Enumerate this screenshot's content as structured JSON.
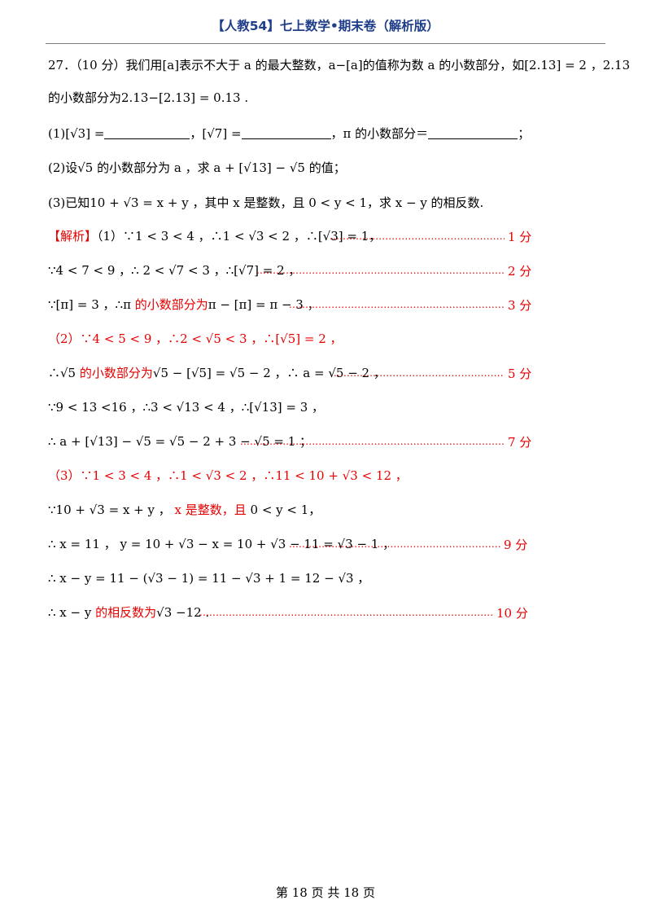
{
  "header": {
    "title": "【人教54】七上数学•期末卷（解析版）"
  },
  "question": {
    "line1": "27．（10 分）我们用[a]表示不大于 a 的最大整数，a−[a]的值称为数 a 的小数部分，如[2.13] = 2 ，2.13",
    "line2": "的小数部分为2.13−[2.13] = 0.13 .",
    "p1_a": "(1)[√3] =",
    "p1_b": "，[√7] =",
    "p1_c": "，π 的小数部分＝",
    "p1_d": "；",
    "p2": "(2)设√5 的小数部分为 a ，求 a + [√13] − √5 的值；",
    "p3": "(3)已知10 + √3 = x + y ，其中 x 是整数，且 0 < y < 1，求 x − y 的相反数."
  },
  "solution": {
    "l1": {
      "tag": "【解析】",
      "text": "（1）∵1 < 3 < 4 ，∴1 < √3 < 2 ，∴[√3] = 1，",
      "score": "1 分"
    },
    "l2": {
      "text": "∵4 < 7 < 9 ，∴ 2 < √7 < 3 ，∴[√7] = 2 ，",
      "score": "2 分"
    },
    "l3": {
      "t1": "∵[π] = 3 ，∴π ",
      "t2": "的小数部分为",
      "t3": "π − [π] = π − 3 ，",
      "score": "3 分"
    },
    "l4": {
      "text": "（2）∵4 < 5 < 9 ，∴2 < √5 < 3 ，∴[√5] = 2 ，"
    },
    "l5": {
      "t1": "∴√5 ",
      "t2": "的小数部分为",
      "t3": "√5 − [√5] = √5 − 2 ，∴ a = √5 − 2 ，",
      "score": "5 分"
    },
    "l6": {
      "text": "∵9 < 13 <16 ，∴3 < √13 < 4 ，∴[√13] = 3 ，"
    },
    "l7": {
      "text": "∴ a + [√13] − √5 = √5 − 2 + 3 − √5 = 1 ；",
      "score": "7 分"
    },
    "l8": {
      "text": "（3）∵1 < 3 < 4 ，∴1 < √3 < 2 ，∴11 < 10 + √3 < 12 ，"
    },
    "l9": {
      "t1": "∵10 + √3 = x + y ，",
      "t2": " x 是整数，且 ",
      "t3": "0 < y < 1，"
    },
    "l10": {
      "text": "∴ x = 11 ，  y = 10 + √3 − x = 10 + √3 − 11 = √3 − 1 ，",
      "score": "9 分"
    },
    "l11": {
      "text": "∴ x − y = 11 − (√3 − 1) = 11 − √3 + 1 = 12 − √3 ，"
    },
    "l12": {
      "t1": "∴ x − y ",
      "t2": "的相反数为",
      "t3": "√3 −12 .",
      "score": "10 分"
    }
  },
  "footer": {
    "text": "第 18 页 共 18 页"
  },
  "colors": {
    "header": "#1f3e8a",
    "answer": "#e60000",
    "text": "#000000"
  }
}
